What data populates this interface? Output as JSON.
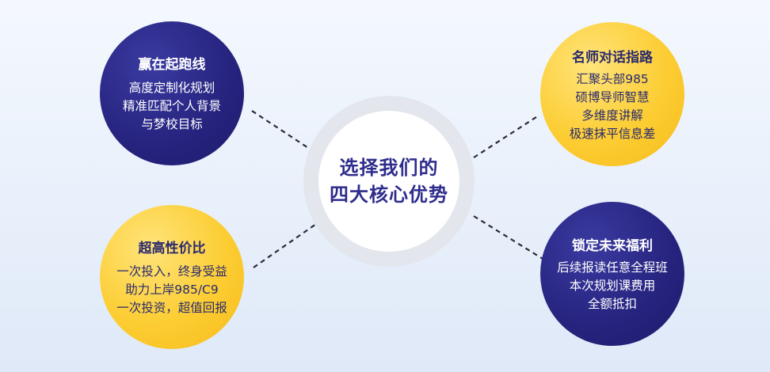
{
  "center": {
    "line1": "选择我们的",
    "line2": "四大核心优势"
  },
  "nodes": {
    "top_left": {
      "title": "赢在起跑线",
      "lines": [
        "高度定制化规划",
        "精准匹配个人背景",
        "与梦校目标"
      ]
    },
    "bottom_left": {
      "title": "超高性价比",
      "lines": [
        "一次投入，终身受益",
        "助力上岸985/C9",
        "一次投资，超值回报"
      ]
    },
    "top_right": {
      "title": "名师对话指路",
      "lines": [
        "汇聚头部985",
        "硕博导师智慧",
        "多维度讲解",
        "极速抹平信息差"
      ]
    },
    "bottom_right": {
      "title": "锁定未来福利",
      "lines": [
        "后续报读任意全程班",
        "本次规划课费用",
        "全额抵扣"
      ]
    }
  },
  "colors": {
    "navy": "#26237e",
    "gold": "#fccd33",
    "center_text": "#2e2c8c",
    "connector": "#2b2b3a"
  }
}
